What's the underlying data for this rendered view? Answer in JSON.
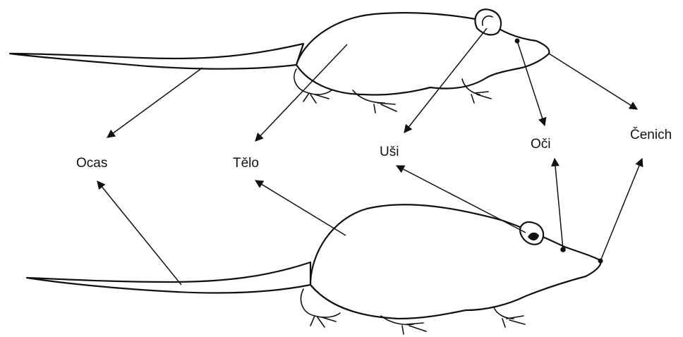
{
  "labels": {
    "tail": "Ocas",
    "body": "Tělo",
    "ears": "Uši",
    "eyes": "Oči",
    "snout": "Čenich"
  },
  "colors": {
    "line": "#111111",
    "background": "#ffffff"
  }
}
